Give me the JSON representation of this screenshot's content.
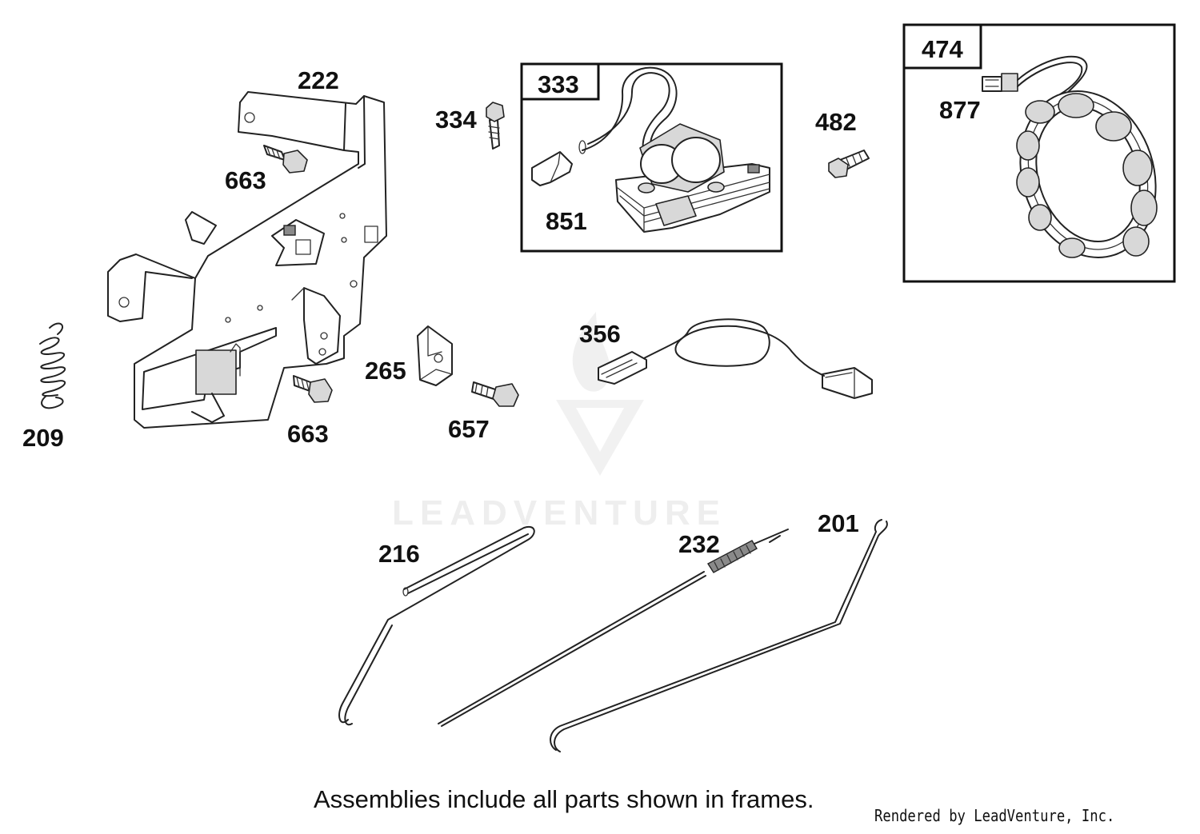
{
  "callouts": {
    "p222": "222",
    "p663a": "663",
    "p209": "209",
    "p663b": "663",
    "p265": "265",
    "p657": "657",
    "p334": "334",
    "p333": "333",
    "p851": "851",
    "p482": "482",
    "p474": "474",
    "p877": "877",
    "p356": "356",
    "p216": "216",
    "p232": "232",
    "p201": "201"
  },
  "footer": {
    "note": "Assemblies include all parts shown in frames.",
    "rendered_by": "Rendered by LeadVenture, Inc."
  },
  "watermark": {
    "text": "LEADVENTURE"
  }
}
